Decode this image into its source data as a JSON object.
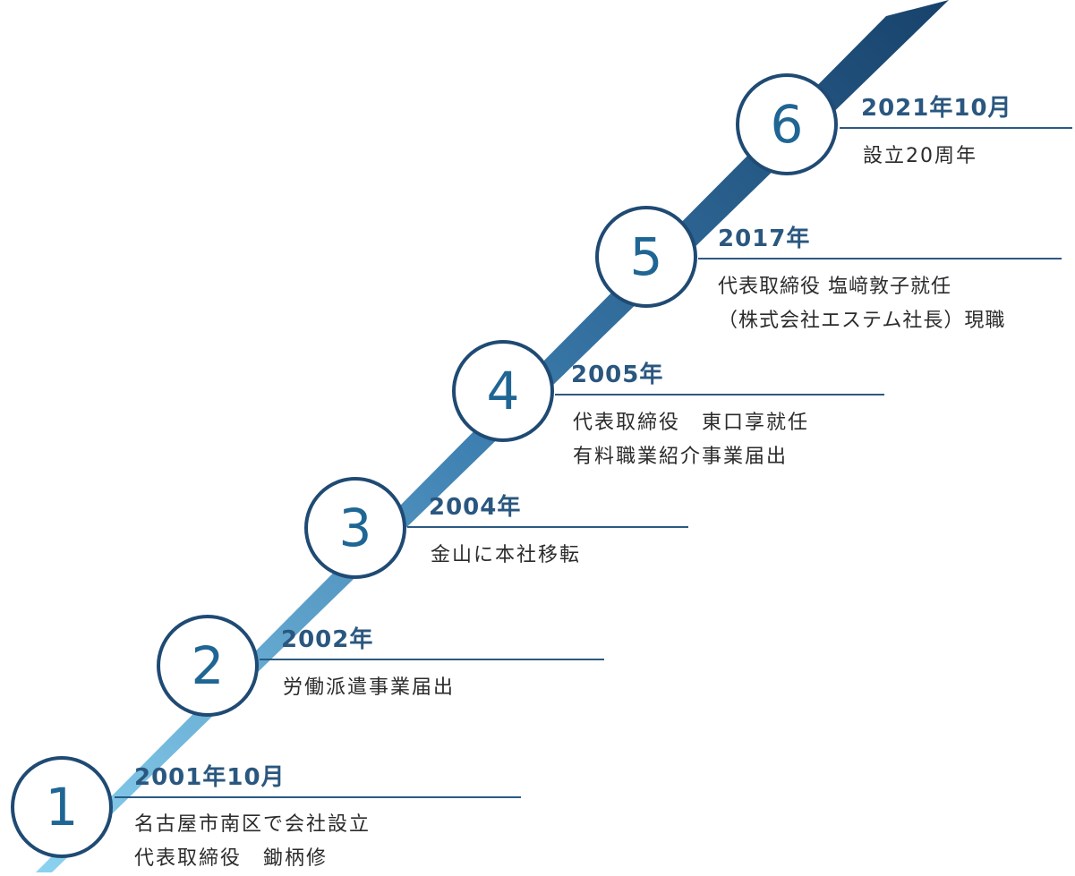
{
  "colors": {
    "ribbon_start": "#8fd6f3",
    "ribbon_mid": "#3d7fb0",
    "ribbon_end": "#17426b",
    "circle_border": "#1f4a73",
    "number": "#1f6694",
    "date": "#2a577f",
    "rule": "#2b5a83"
  },
  "milestones": [
    {
      "number": "1",
      "date": "2001年10月",
      "lines": [
        "名古屋市南区で会社設立",
        "代表取締役　鋤柄修"
      ]
    },
    {
      "number": "2",
      "date": "2002年",
      "lines": [
        "労働派遣事業届出"
      ]
    },
    {
      "number": "3",
      "date": "2004年",
      "lines": [
        "金山に本社移転"
      ]
    },
    {
      "number": "4",
      "date": "2005年",
      "lines": [
        "代表取締役　東口享就任",
        "有料職業紹介事業届出"
      ]
    },
    {
      "number": "5",
      "date": "2017年",
      "lines": [
        "代表取締役 塩﨑敦子就任",
        "（株式会社エステム社長）現職"
      ]
    },
    {
      "number": "6",
      "date": "2021年10月",
      "lines": [
        "設立20周年"
      ]
    }
  ]
}
